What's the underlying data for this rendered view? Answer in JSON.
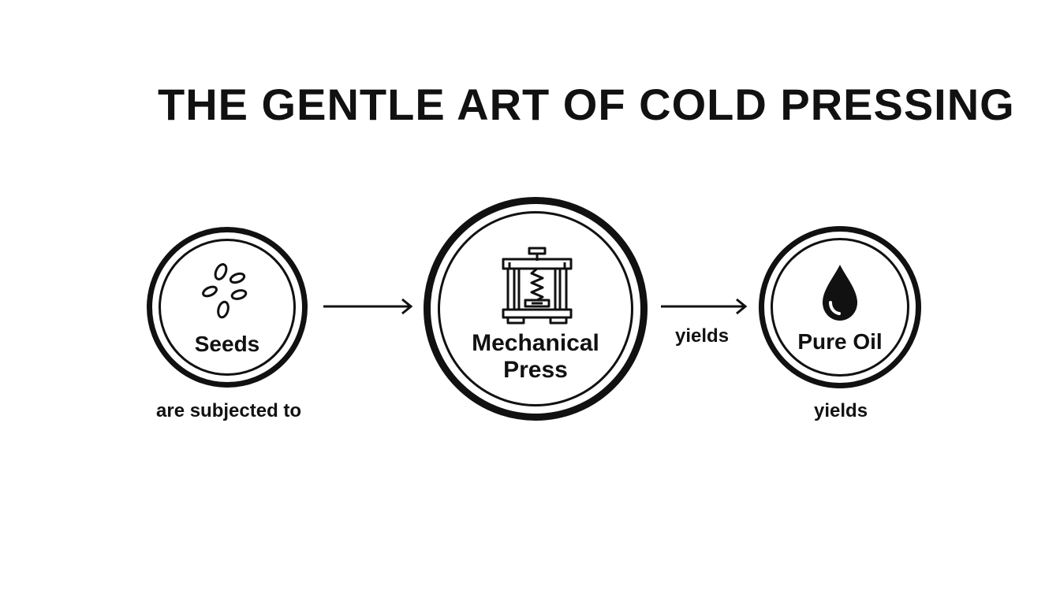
{
  "title": "THE GENTLE ART OF COLD PRESSING",
  "nodes": {
    "seeds": {
      "label": "Seeds",
      "icon": "seeds-icon"
    },
    "press": {
      "label_line1": "Mechanical",
      "label_line2": "Press",
      "icon": "press-icon"
    },
    "oil": {
      "label": "Pure Oil",
      "icon": "oil-drop-icon"
    }
  },
  "edges": {
    "seeds_to_press": "are subjected to",
    "press_to_oil": "yields",
    "oil_bottom": "yields"
  },
  "colors": {
    "ink": "#111111",
    "background": "#ffffff"
  }
}
